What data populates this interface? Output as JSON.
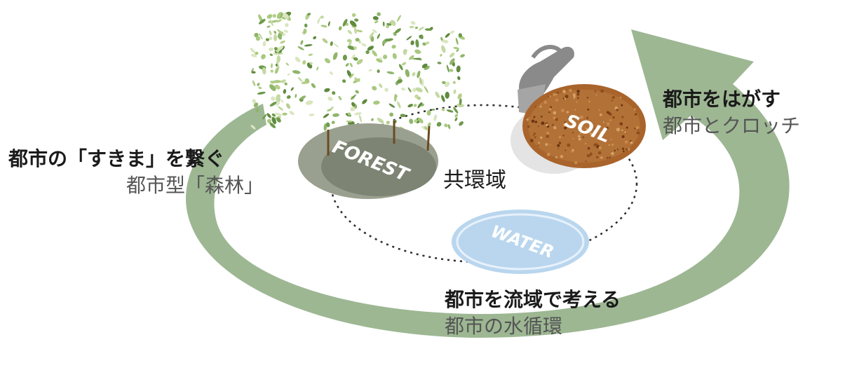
{
  "center_label": "共環域",
  "nodes": {
    "forest": {
      "label": "FOREST",
      "color": "#8f9687"
    },
    "soil": {
      "label": "SOIL",
      "color": "#a9642c"
    },
    "water": {
      "label": "WATER",
      "color": "#b9d6ee"
    }
  },
  "labels": {
    "forest_title": "都市の「すきま」を繋ぐ",
    "forest_sub": "都市型「森林」",
    "soil_title": "都市をはがす",
    "soil_sub": "都市とクロッチ",
    "water_title": "都市を流域で考える",
    "water_sub": "都市の水循環"
  },
  "colors": {
    "cycle_arrow": "#9db793",
    "leaf": "#8fb56a",
    "dotted_ring": "#2b2b2b"
  }
}
